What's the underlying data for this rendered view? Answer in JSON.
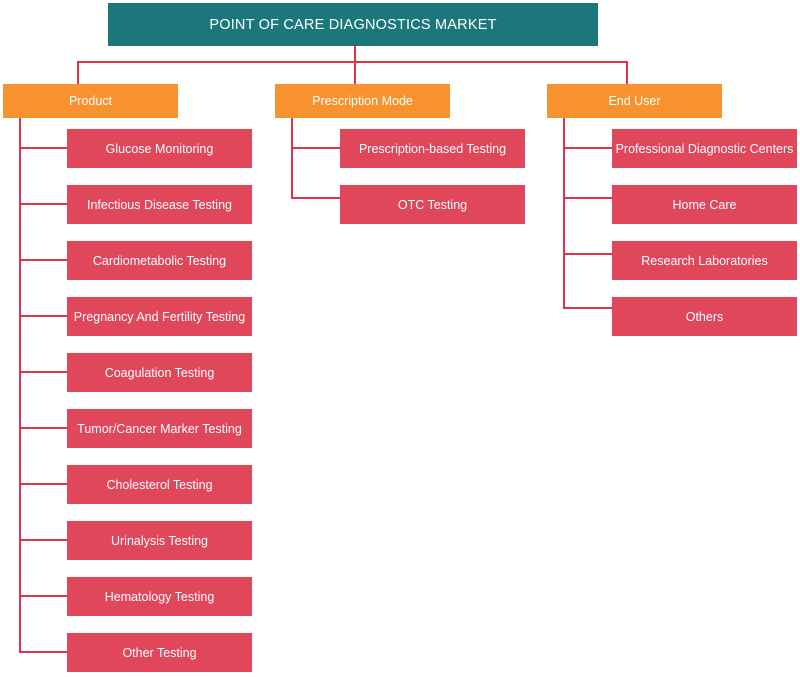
{
  "diagram": {
    "title": "POINT OF CARE DIAGNOSTICS MARKET",
    "colors": {
      "root": "#1b7779",
      "category": "#f7922e",
      "leaf": "#e0475a",
      "connector": "#d9334a"
    },
    "categories": [
      {
        "label": "Product",
        "items": [
          "Glucose Monitoring",
          "Infectious Disease Testing",
          "Cardiometabolic Testing",
          "Pregnancy And Fertility Testing",
          "Coagulation Testing",
          "Tumor/Cancer Marker Testing",
          "Cholesterol Testing",
          "Urinalysis Testing",
          "Hematology Testing",
          "Other Testing"
        ]
      },
      {
        "label": "Prescription Mode",
        "items": [
          "Prescription-based Testing",
          "OTC Testing"
        ]
      },
      {
        "label": "End User",
        "items": [
          "Professional Diagnostic Centers",
          "Home Care",
          "Research Laboratories",
          "Others"
        ]
      }
    ]
  }
}
